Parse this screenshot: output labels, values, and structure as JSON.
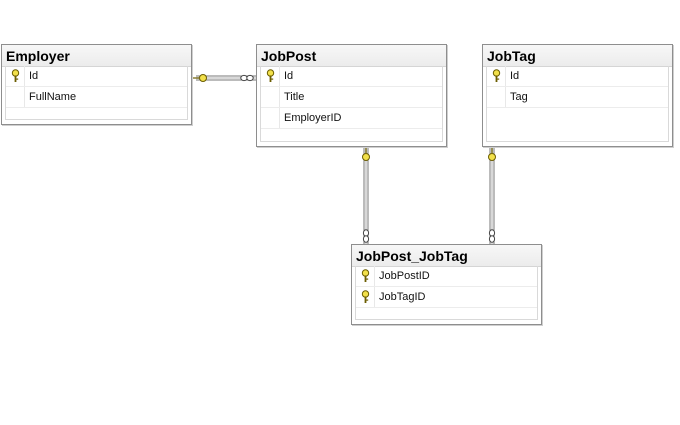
{
  "tables": {
    "employer": {
      "name": "Employer",
      "columns": [
        {
          "label": "Id",
          "key": true
        },
        {
          "label": "FullName",
          "key": false
        }
      ]
    },
    "jobpost": {
      "name": "JobPost",
      "columns": [
        {
          "label": "Id",
          "key": true
        },
        {
          "label": "Title",
          "key": false
        },
        {
          "label": "EmployerID",
          "key": false
        }
      ]
    },
    "jobtag": {
      "name": "JobTag",
      "columns": [
        {
          "label": "Id",
          "key": true
        },
        {
          "label": "Tag",
          "key": false
        }
      ]
    },
    "jobpost_jobtag": {
      "name": "JobPost_JobTag",
      "columns": [
        {
          "label": "JobPostID",
          "key": true
        },
        {
          "label": "JobTagID",
          "key": true
        }
      ]
    }
  },
  "relationships": [
    {
      "from": "jobpost",
      "to": "employer"
    },
    {
      "from": "jobpost_jobtag",
      "to": "jobpost"
    },
    {
      "from": "jobpost_jobtag",
      "to": "jobtag"
    }
  ],
  "icons": {
    "primary_key": "key-icon",
    "one_end": "key-end-icon",
    "many_end": "infinity-end-icon"
  },
  "colors": {
    "key_fill": "#f2e04a",
    "key_stroke": "#6b5d00",
    "line": "#5a5a5a"
  }
}
